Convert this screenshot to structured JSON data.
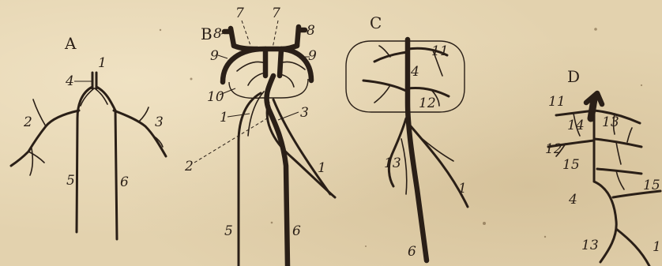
{
  "figure": {
    "panels": [
      {
        "id": "A",
        "label": "A",
        "numbers": {
          "n1": "1",
          "n4": "4",
          "n2": "2",
          "n3": "3",
          "n5": "5",
          "n6": "6"
        }
      },
      {
        "id": "B",
        "label": "B",
        "numbers": {
          "n7a": "7",
          "n7b": "7",
          "n8a": "8",
          "n8b": "8",
          "n9a": "9",
          "n9b": "9",
          "n10": "10",
          "n1a": "1",
          "n3": "3",
          "n2": "2",
          "n1b": "1",
          "n5": "5",
          "n6": "6"
        }
      },
      {
        "id": "C",
        "label": "C",
        "numbers": {
          "n11": "11",
          "n4": "4",
          "n12": "12",
          "n13": "13",
          "n1": "1",
          "n6": "6"
        }
      },
      {
        "id": "D",
        "label": "D",
        "numbers": {
          "n11": "11",
          "n14": "14",
          "n13a": "13",
          "n12": "12",
          "n15a": "15",
          "n15b": "15",
          "n4": "4",
          "n13b": "13",
          "n1": "1"
        }
      }
    ]
  }
}
